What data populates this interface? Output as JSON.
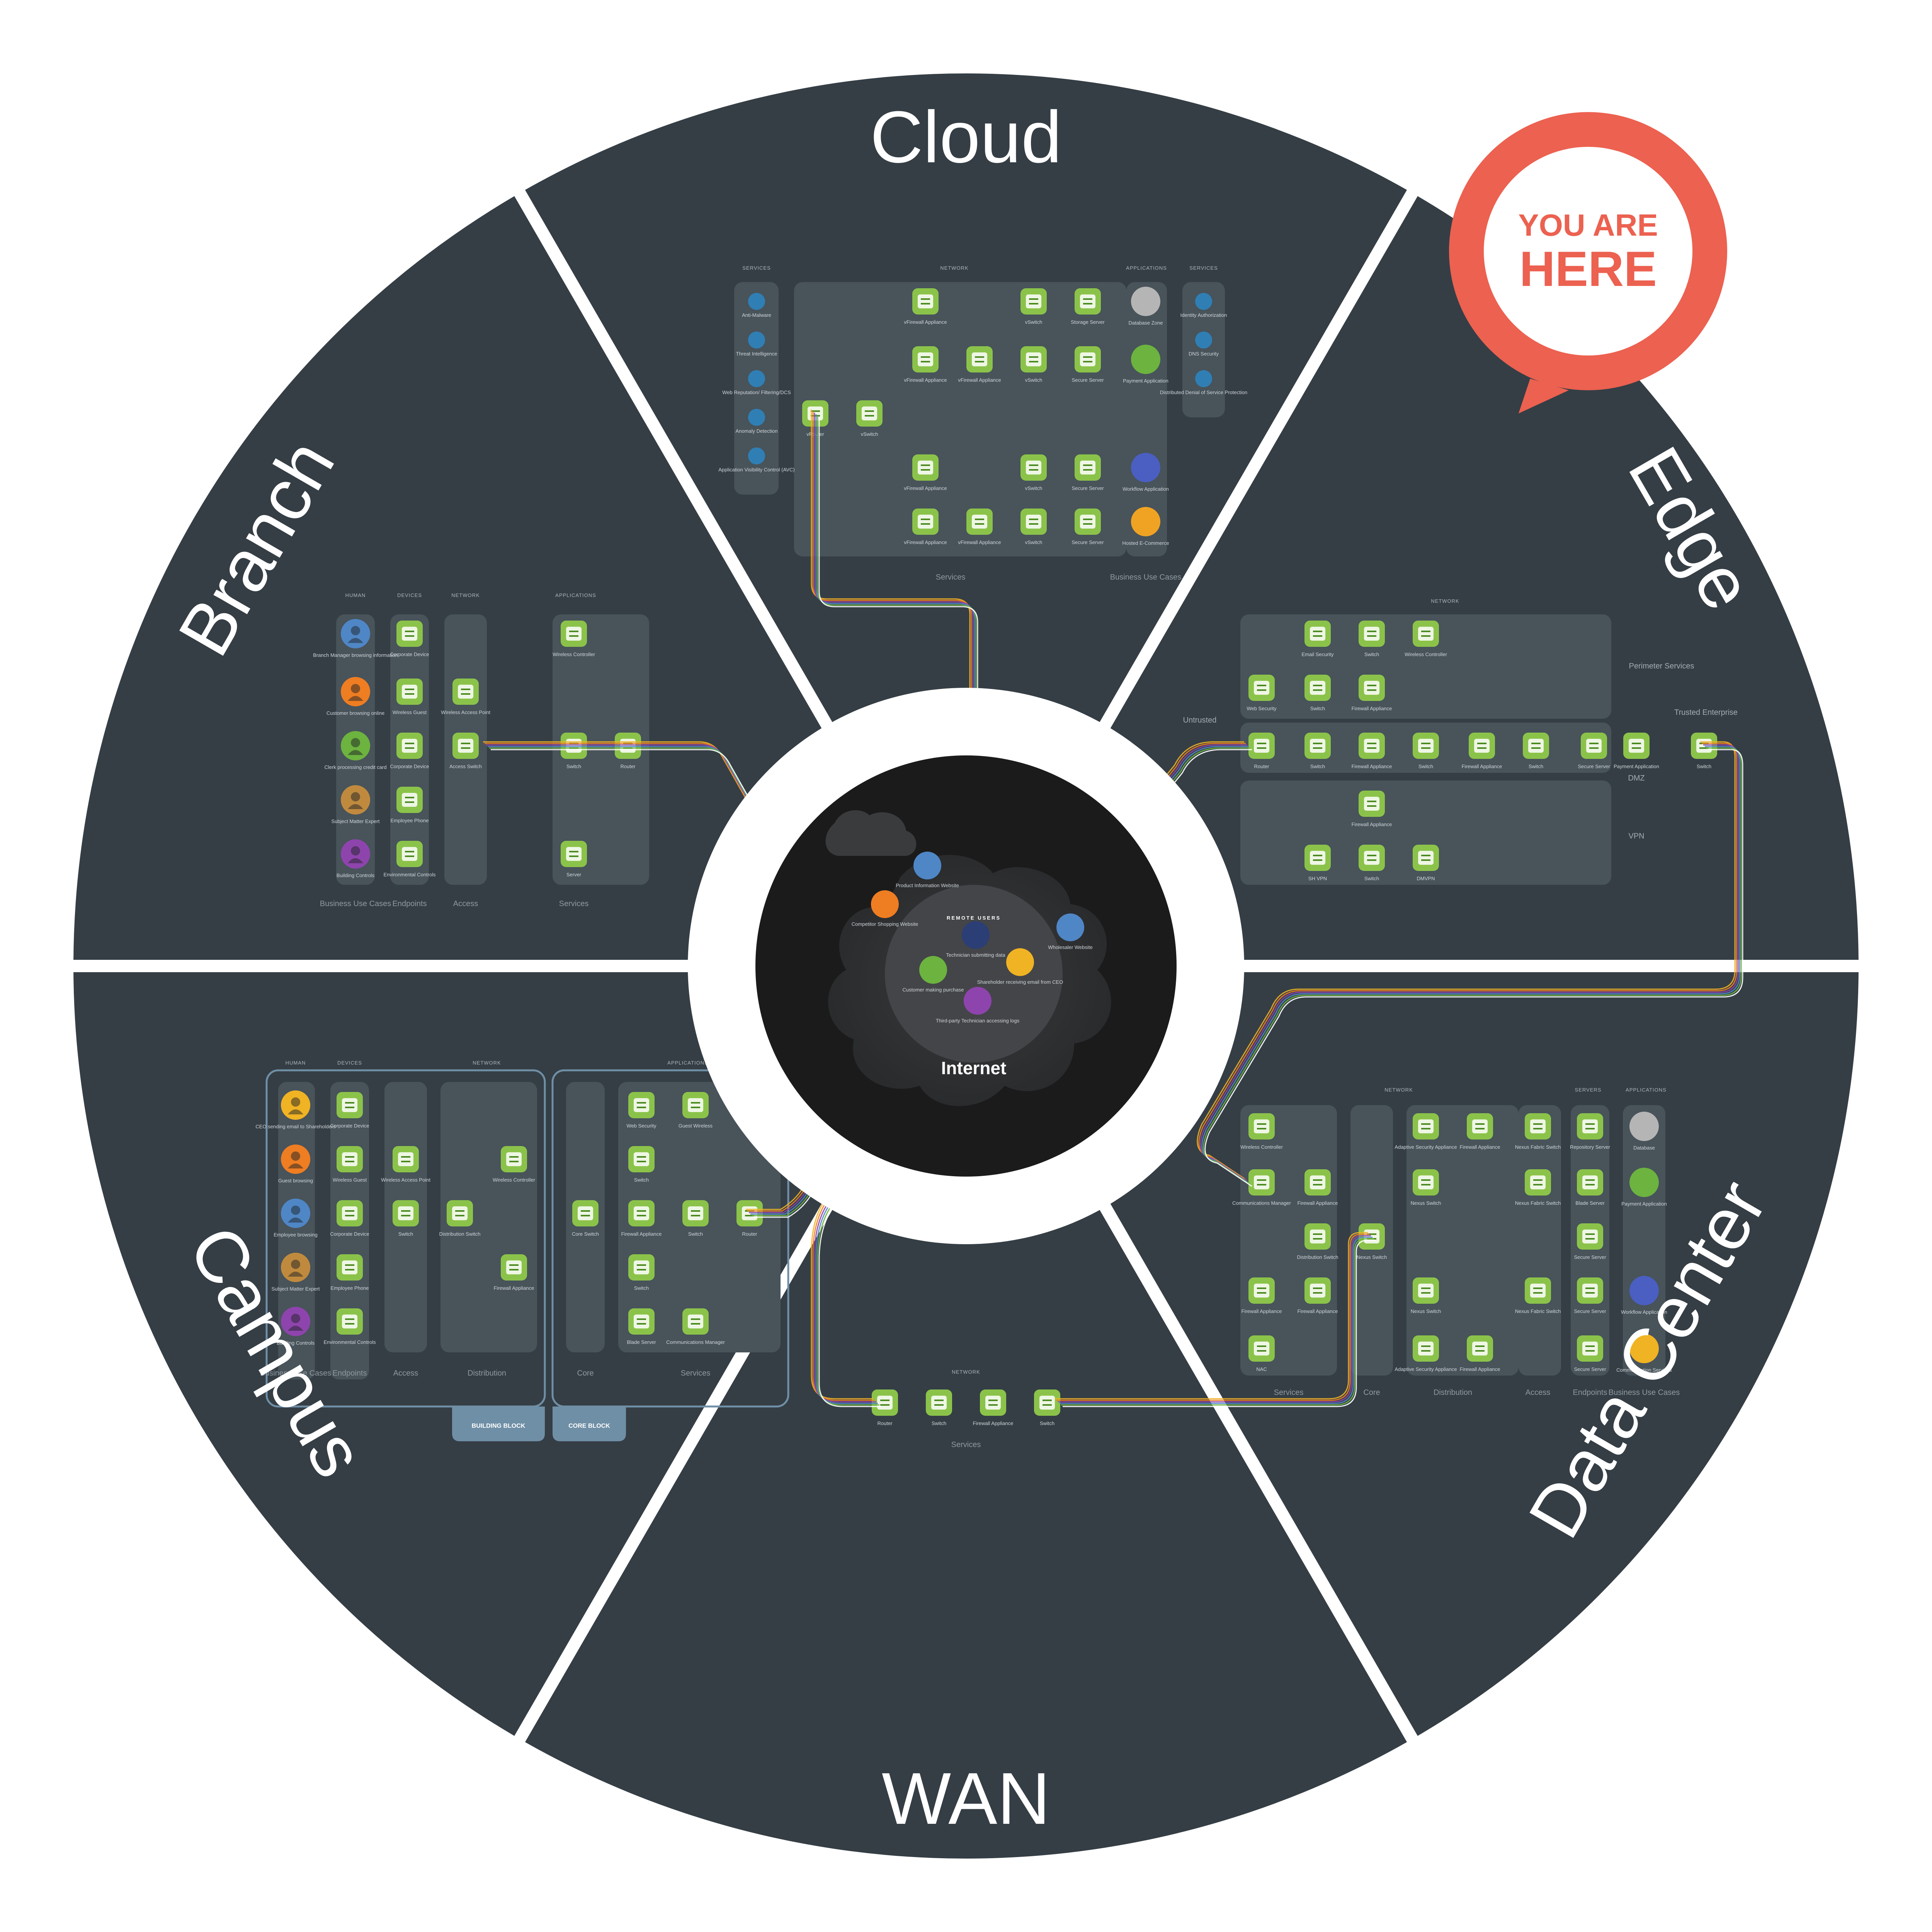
{
  "segments": {
    "cloud": "Cloud",
    "edge": "Edge",
    "data_center": "Data Center",
    "wan": "WAN",
    "campus": "Campus",
    "branch": "Branch"
  },
  "pin": {
    "line1": "YOU ARE",
    "line2": "HERE"
  },
  "center": {
    "internet": "Internet",
    "remote_users": "REMOTE USERS"
  },
  "colors": {
    "segment": "#353e45",
    "panel": "#48535a",
    "node": "#8bc34a",
    "pin": "#ec6150",
    "center": "#1b1b1c",
    "ring": "#ffffff"
  },
  "internet_nodes": [
    {
      "label": "Competitor Shopping Website",
      "color": "#ef7d22"
    },
    {
      "label": "Product Information Website",
      "color": "#4f86c6"
    },
    {
      "label": "Technician submitting data",
      "color": "#2b3e75"
    },
    {
      "label": "Shareholder receiving email from CEO",
      "color": "#f0b323"
    },
    {
      "label": "Customer making purchase",
      "color": "#6cb33f"
    },
    {
      "label": "Third-party Technician accessing logs",
      "color": "#8e44ad"
    },
    {
      "label": "Wholesaler Website",
      "color": "#4f86c6"
    }
  ],
  "cloud": {
    "headers": {
      "services_left": "SERVICES",
      "network": "NETWORK",
      "applications": "APPLICATIONS",
      "services_right": "SERVICES"
    },
    "left_services": [
      "Anti-Malware",
      "Threat Intelligence",
      "Web Reputation/ Filtering/DCS",
      "Anomaly Detection",
      "Application Visibility Control (AVC)"
    ],
    "right_services": [
      "Identity Authorization",
      "DNS Security",
      "Distributed Denial of Service Protection"
    ],
    "nodes": [
      "vRouter",
      "vSwitch",
      "vFirewall Appliance",
      "vSwitch",
      "Storage Server",
      "vFirewall Appliance",
      "vFirewall Appliance",
      "vSwitch",
      "Secure Server",
      "vFirewall Appliance",
      "vSwitch",
      "Secure Server",
      "vFirewall Appliance",
      "vFirewall Appliance",
      "vSwitch",
      "Secure Server"
    ],
    "apps": [
      "Database Zone",
      "Payment Application",
      "Workflow Application",
      "Hosted E-Commerce"
    ],
    "columns": {
      "services": "Services",
      "business": "Business Use Cases"
    }
  },
  "edge": {
    "headers": {
      "network": "NETWORK"
    },
    "zones": {
      "perimeter": "Perimeter Services",
      "untrusted": "Untrusted",
      "trusted": "Trusted Enterprise",
      "dmz": "DMZ",
      "vpn": "VPN"
    },
    "nodes": [
      "Email Security",
      "Switch",
      "Wireless Controller",
      "Web Security",
      "Switch",
      "Firewall Appliance",
      "Router",
      "Switch",
      "Firewall Appliance",
      "Switch",
      "Firewall Appliance",
      "Switch",
      "Secure Server",
      "Payment Application",
      "Switch",
      "Firewall Appliance",
      "SH VPN",
      "Switch",
      "DMVPN"
    ]
  },
  "branch": {
    "headers": {
      "human": "HUMAN",
      "devices": "DEVICES",
      "network": "NETWORK",
      "applications": "APPLICATIONS"
    },
    "humans": [
      {
        "label": "Branch Manager browsing information",
        "color": "#4f86c6"
      },
      {
        "label": "Customer browsing online",
        "color": "#ef7d22"
      },
      {
        "label": "Clerk processing credit card",
        "color": "#6cb33f"
      },
      {
        "label": "Subject Matter Expert",
        "color": "#c08a3e"
      },
      {
        "label": "Building Controls",
        "color": "#8e44ad"
      }
    ],
    "devices": [
      "Corporate Device",
      "Wireless Guest",
      "Corporate Device",
      "Employee Phone",
      "Environmental Controls"
    ],
    "network": [
      "Wireless Access Point",
      "Access Switch"
    ],
    "apps": [
      "Wireless Controller",
      "Switch",
      "Router",
      "Server"
    ],
    "columns": {
      "business": "Business Use Cases",
      "endpoints": "Endpoints",
      "access": "Access",
      "services": "Services"
    }
  },
  "campus": {
    "headers": {
      "human": "HUMAN",
      "devices": "DEVICES",
      "network": "NETWORK",
      "applications": "APPLICATIONS"
    },
    "humans": [
      {
        "label": "CEO sending email to Shareholders",
        "color": "#f0b323"
      },
      {
        "label": "Guest browsing",
        "color": "#ef7d22"
      },
      {
        "label": "Employee browsing",
        "color": "#4f86c6"
      },
      {
        "label": "Subject Matter Expert",
        "color": "#c08a3e"
      },
      {
        "label": "Building Controls",
        "color": "#8e44ad"
      }
    ],
    "devices": [
      "Corporate Device",
      "Wireless Guest",
      "Corporate Device",
      "Employee Phone",
      "Environmental Controls"
    ],
    "network": [
      "Wireless Access Point",
      "Switch",
      "Distribution Switch",
      "Wireless Controller",
      "Firewall Appliance"
    ],
    "core": [
      "Core Switch",
      "Web Security",
      "Guest Wireless",
      "Switch",
      "Firewall Appliance",
      "Switch",
      "Router",
      "Switch",
      "Blade Server",
      "Communications Manager"
    ],
    "columns": {
      "business": "Business Use Cases",
      "endpoints": "Endpoints",
      "access": "Access",
      "distribution": "Distribution",
      "core": "Core",
      "services": "Services"
    },
    "tabs": {
      "building": "BUILDING BLOCK",
      "core": "CORE BLOCK"
    }
  },
  "wan": {
    "headers": {
      "network": "NETWORK"
    },
    "nodes": [
      "Router",
      "Switch",
      "Firewall Appliance",
      "Switch"
    ],
    "columns": {
      "services": "Services"
    }
  },
  "data_center": {
    "headers": {
      "network": "NETWORK",
      "servers": "SERVERS",
      "applications": "APPLICATIONS"
    },
    "nodes": [
      "Wireless Controller",
      "Communications Manager",
      "Firewall Appliance",
      "Distribution Switch",
      "Nexus Switch",
      "Adaptive Security Appliance",
      "Firewall Appliance",
      "Nexus Switch",
      "Nexus Fabric Switch",
      "Nexus Fabric Switch",
      "Nexus Fabric Switch",
      "Secure Server",
      "Firewall Appliance",
      "Firewall Appliance",
      "Nexus Switch",
      "Adaptive Security Appliance",
      "Firewall Appliance",
      "NAC",
      "Repository Server",
      "Blade Server",
      "Secure Server",
      "Secure Server"
    ],
    "apps": [
      "Database",
      "Payment Application",
      "Workflow Application",
      "Communication Services"
    ],
    "columns": {
      "services": "Services",
      "core": "Core",
      "distribution": "Distribution",
      "access": "Access",
      "endpoints": "Endpoints",
      "business": "Business Use Cases"
    }
  }
}
